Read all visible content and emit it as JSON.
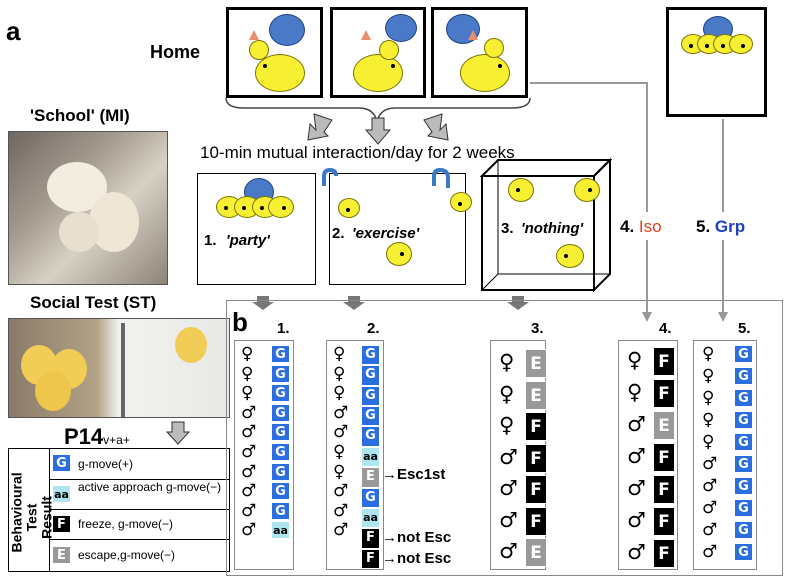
{
  "panel_a": "a",
  "panel_b": "b",
  "home_label": "Home",
  "school_label": "'School' (MI)",
  "social_test_label": "Social Test (ST)",
  "interaction_caption": "10-min mutual interaction/day for 2 weeks",
  "conditions": [
    {
      "num": "1.",
      "name": "'party'"
    },
    {
      "num": "2.",
      "name": "'exercise'"
    },
    {
      "num": "3.",
      "name": "'nothing'"
    }
  ],
  "iso": {
    "num": "4.",
    "name": "Iso",
    "color": "#e0421e"
  },
  "grp": {
    "num": "5.",
    "name": "Grp",
    "color": "#1f3fc4"
  },
  "p14": {
    "main": "P14",
    "sub": "v+a+"
  },
  "legend": {
    "axis_label_1": "Behavioural",
    "axis_label_2": "Test Result",
    "rows": [
      {
        "code": "G",
        "text": "g-move(+)"
      },
      {
        "code": "aa",
        "text": "active approach g-move(−)"
      },
      {
        "code": "F",
        "text": "freeze, g-move(−)"
      },
      {
        "code": "E",
        "text": "escape,g-move(−)"
      }
    ]
  },
  "columns": [
    {
      "num": "1.",
      "sex": [
        "♀",
        "♀",
        "♀",
        "♂",
        "♂",
        "♂",
        "♂",
        "♂",
        "♂",
        "♂"
      ],
      "res": [
        "G",
        "G",
        "G",
        "G",
        "G",
        "G",
        "G",
        "G",
        "G",
        "aa"
      ]
    },
    {
      "num": "2.",
      "sex": [
        "♀",
        "♀",
        "♀",
        "♂",
        "♂",
        "♀",
        "♀",
        "♂",
        "♂",
        "♂"
      ],
      "res": [
        "G",
        "G",
        "G",
        "G",
        "G",
        "aa",
        "E",
        "G",
        "aa",
        "F",
        "F"
      ]
    },
    {
      "num": "3.",
      "sex": [
        "♀",
        "♀",
        "♀",
        "♂",
        "♂",
        "♂",
        "♂"
      ],
      "res": [
        "E",
        "E",
        "F",
        "F",
        "F",
        "F",
        "E"
      ]
    },
    {
      "num": "4.",
      "sex": [
        "♀",
        "♀",
        "♂",
        "♂",
        "♂",
        "♂",
        "♂"
      ],
      "res": [
        "F",
        "F",
        "E",
        "F",
        "F",
        "F",
        "F"
      ]
    },
    {
      "num": "5.",
      "sex": [
        "♀",
        "♀",
        "♀",
        "♀",
        "♀",
        "♂",
        "♂",
        "♂",
        "♂",
        "♂"
      ],
      "res": [
        "G",
        "G",
        "G",
        "G",
        "G",
        "G",
        "G",
        "G",
        "G",
        "G"
      ]
    }
  ],
  "annotations": {
    "esc1st": "→Esc1st",
    "not_esc_1": "→not Esc",
    "not_esc_2": "→not Esc"
  },
  "colors": {
    "G": "#2a6ee0",
    "aa": "#aee6f0",
    "F": "#000000",
    "E": "#999999"
  }
}
